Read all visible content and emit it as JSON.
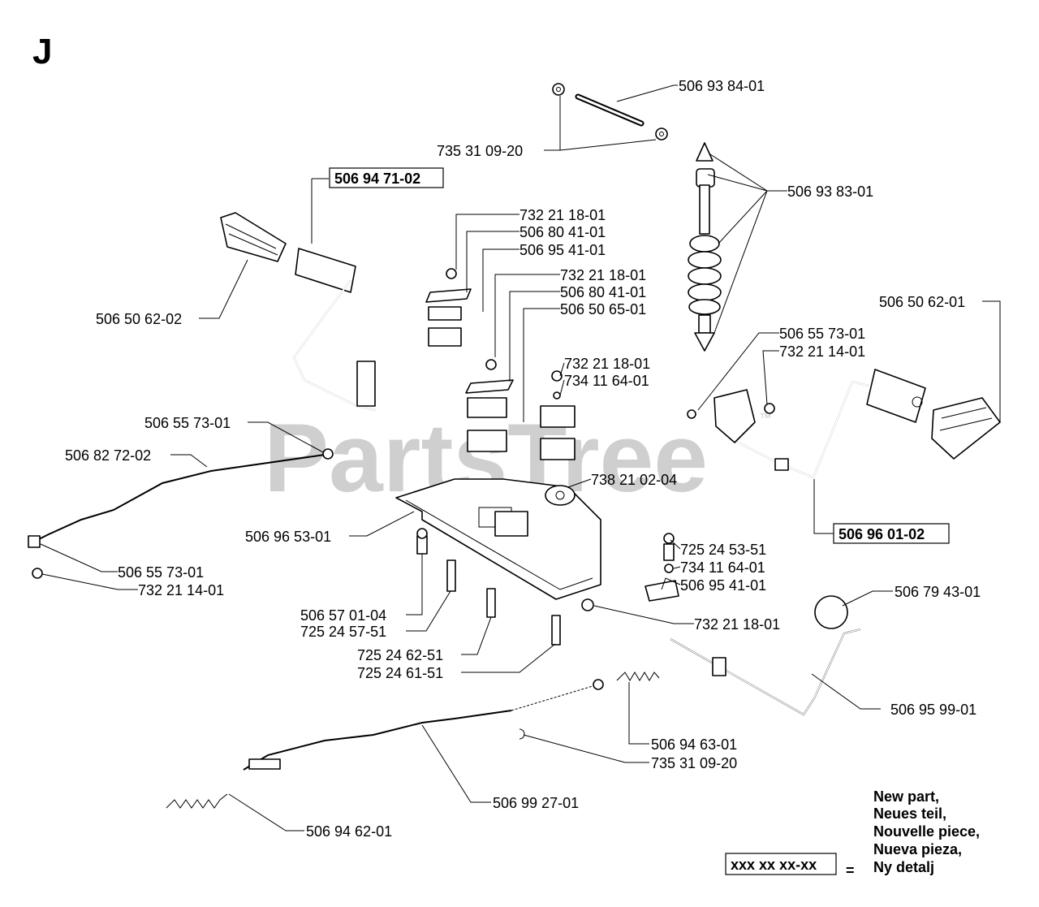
{
  "section_letter": "J",
  "watermark": "PartsTree",
  "watermark_tm": "™",
  "labels": [
    {
      "id": "l1",
      "text": "506 93 84-01"
    },
    {
      "id": "l2",
      "text": "735 31 09-20"
    },
    {
      "id": "l3",
      "text": "506 94 71-02",
      "boxed": true
    },
    {
      "id": "l4",
      "text": "506 93 83-01"
    },
    {
      "id": "l5",
      "text": "732 21 18-01"
    },
    {
      "id": "l6",
      "text": "506 80 41-01"
    },
    {
      "id": "l7",
      "text": "506 95 41-01"
    },
    {
      "id": "l8",
      "text": "732 21 18-01"
    },
    {
      "id": "l9",
      "text": "506 80 41-01"
    },
    {
      "id": "l10",
      "text": "506 50 65-01"
    },
    {
      "id": "l11",
      "text": "506 50 62-01"
    },
    {
      "id": "l12",
      "text": "506 50 62-02"
    },
    {
      "id": "l13",
      "text": "506 55 73-01"
    },
    {
      "id": "l14",
      "text": "732 21 14-01"
    },
    {
      "id": "l15",
      "text": "732 21 18-01"
    },
    {
      "id": "l16",
      "text": "734 11 64-01"
    },
    {
      "id": "l17",
      "text": "506 55 73-01"
    },
    {
      "id": "l18",
      "text": "506 82 72-02"
    },
    {
      "id": "l19",
      "text": "738 21 02-04"
    },
    {
      "id": "l20",
      "text": "506 96 01-02",
      "boxed": true
    },
    {
      "id": "l21",
      "text": "506 96 53-01"
    },
    {
      "id": "l22",
      "text": "725 24 53-51"
    },
    {
      "id": "l23",
      "text": "506 55 73-01"
    },
    {
      "id": "l24",
      "text": "734 11 64-01"
    },
    {
      "id": "l25",
      "text": "506 79 43-01"
    },
    {
      "id": "l26",
      "text": "732 21 14-01"
    },
    {
      "id": "l27",
      "text": "506 95 41-01"
    },
    {
      "id": "l28",
      "text": "506 57 01-04"
    },
    {
      "id": "l29",
      "text": "732 21 18-01"
    },
    {
      "id": "l30",
      "text": "725 24 57-51"
    },
    {
      "id": "l31",
      "text": "725 24 62-51"
    },
    {
      "id": "l32",
      "text": "725 24 61-51"
    },
    {
      "id": "l33",
      "text": "506 95 99-01"
    },
    {
      "id": "l34",
      "text": "506 94 63-01"
    },
    {
      "id": "l35",
      "text": "735 31 09-20"
    },
    {
      "id": "l36",
      "text": "506 99 27-01"
    },
    {
      "id": "l37",
      "text": "506 94 62-01"
    }
  ],
  "legend": {
    "lines": [
      "New part,",
      "Neues teil,",
      "Nouvelle piece,",
      "Nueva pieza,",
      "Ny detalj"
    ],
    "sample": "xxx xx xx-xx",
    "equals": "="
  }
}
